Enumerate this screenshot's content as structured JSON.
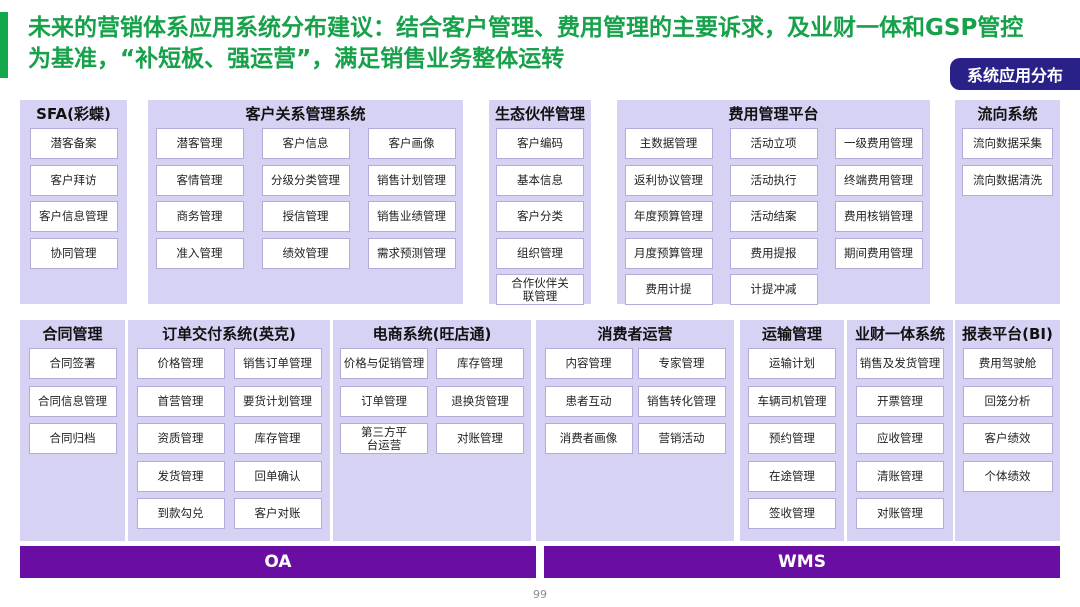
{
  "header": {
    "title": "未来的营销体系应用系统分布建议：结合客户管理、费用管理的主要诉求，及业财一体和GSP管控为基准，“补短板、强运营”，满足销售业务整体运转",
    "badge": "系统应用分布"
  },
  "top_panels": [
    {
      "title": "SFA(彩蝶)",
      "items": [
        "潜客备案",
        "客户拜访",
        "客户信息管理",
        "协同管理"
      ]
    },
    {
      "title": "客户关系管理系统",
      "items": [
        "潜客管理",
        "客户信息",
        "客户画像",
        "客情管理",
        "分级分类管理",
        "销售计划管理",
        "商务管理",
        "授信管理",
        "销售业绩管理",
        "准入管理",
        "绩效管理",
        "需求预测管理"
      ]
    },
    {
      "title": "生态伙伴管理",
      "items": [
        "客户编码",
        "基本信息",
        "客户分类",
        "组织管理",
        "合作伙伴关联管理"
      ]
    },
    {
      "title": "费用管理平台",
      "items": [
        "主数据管理",
        "活动立项",
        "一级费用管理",
        "返利协议管理",
        "活动执行",
        "终端费用管理",
        "年度预算管理",
        "活动结案",
        "费用核销管理",
        "月度预算管理",
        "费用提报",
        "期间费用管理",
        "费用计提",
        "计提冲减"
      ]
    },
    {
      "title": "流向系统",
      "items": [
        "流向数据采集",
        "流向数据清洗"
      ]
    }
  ],
  "bottom_panels": [
    {
      "title": "合同管理",
      "items": [
        "合同签署",
        "合同信息管理",
        "合同归档"
      ]
    },
    {
      "title": "订单交付系统(英克)",
      "items": [
        "价格管理",
        "销售订单管理",
        "首营管理",
        "要货计划管理",
        "资质管理",
        "库存管理",
        "发货管理",
        "回单确认",
        "到款勾兑",
        "客户对账"
      ]
    },
    {
      "title": "电商系统(旺店通)",
      "items": [
        "价格与促销管理",
        "库存管理",
        "订单管理",
        "退换货管理",
        "第三方平台运营",
        "对账管理"
      ]
    },
    {
      "title": "消费者运营",
      "items": [
        "内容管理",
        "专家管理",
        "患者互动",
        "销售转化管理",
        "消费者画像",
        "营销活动"
      ]
    },
    {
      "title": "运输管理",
      "items": [
        "运输计划",
        "车辆司机管理",
        "预约管理",
        "在途管理",
        "签收管理"
      ]
    },
    {
      "title": "业财一体系统",
      "items": [
        "销售及发货管理",
        "开票管理",
        "应收管理",
        "清账管理",
        "对账管理"
      ]
    },
    {
      "title": "报表平台(BI)",
      "items": [
        "费用驾驶舱",
        "回笼分析",
        "客户绩效",
        "个体绩效"
      ]
    }
  ],
  "footer": {
    "oa_label": "OA",
    "wms_label": "WMS",
    "page_number": "99"
  }
}
